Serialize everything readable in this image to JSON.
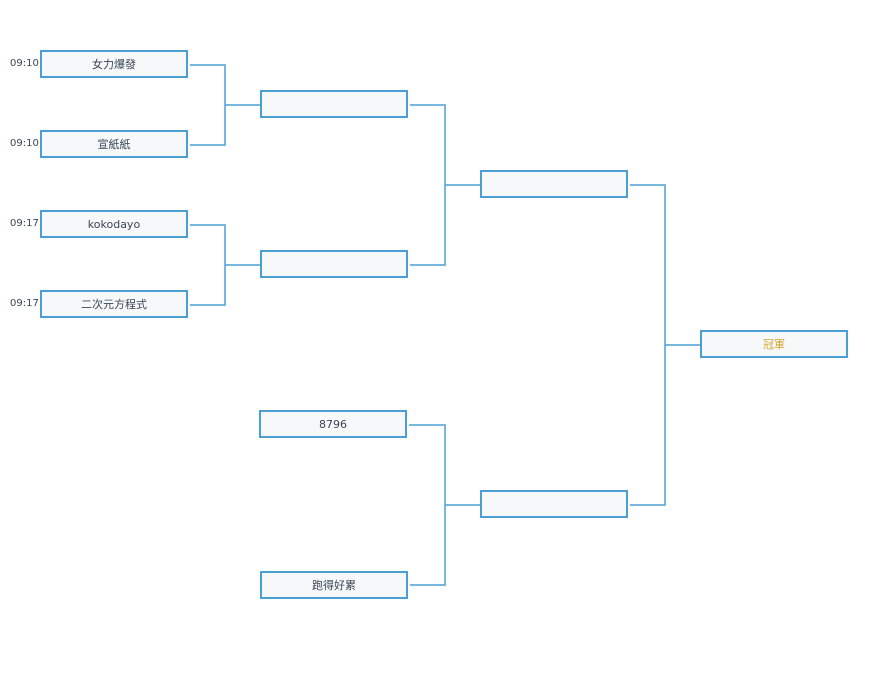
{
  "bracket": {
    "round1": [
      {
        "time": "09:10",
        "team": "女力爆發"
      },
      {
        "time": "09:10",
        "team": "宣紙紙"
      },
      {
        "time": "09:17",
        "team": "kokodayo"
      },
      {
        "time": "09:17",
        "team": "二次元方程式"
      }
    ],
    "round2": [
      {
        "team": ""
      },
      {
        "team": ""
      },
      {
        "team": "8796"
      },
      {
        "team": "跑得好累"
      }
    ],
    "round3": [
      {
        "team": ""
      },
      {
        "team": ""
      }
    ],
    "champion": {
      "label": "冠軍"
    }
  },
  "colors": {
    "line": "#4a9fd5",
    "slot_bg": "#f6f8fa",
    "text": "#3a4654",
    "champion_text": "#d4a52a"
  }
}
